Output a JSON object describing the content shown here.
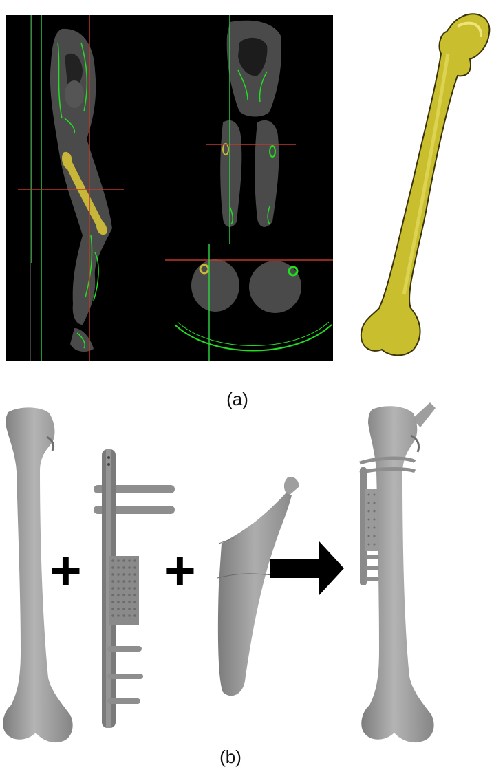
{
  "panel_a": {
    "caption": "(a)",
    "ct_viewer": {
      "sagittal_view": "sagittal-ct-slice",
      "coronal_view": "coronal-ct-slice",
      "axial_view": "axial-ct-slice",
      "crosshair_color": "#c0392b",
      "vertical_line_color": "#2ecc40",
      "contour_color": "#22dd22",
      "femur_highlight_color": "#c8b63a"
    },
    "femur_3d_model": {
      "color": "#c9be2e",
      "outline": "#3a3208"
    }
  },
  "panel_b": {
    "caption": "(b)",
    "operator_plus_1": "+",
    "operator_plus_2": "+",
    "arrow": "right-arrow",
    "parts": [
      "femur-model",
      "lattice-fixation-plate",
      "hip-stem-prosthesis",
      "assembled-implant-femur"
    ],
    "model_color": "#9a9a9a"
  }
}
